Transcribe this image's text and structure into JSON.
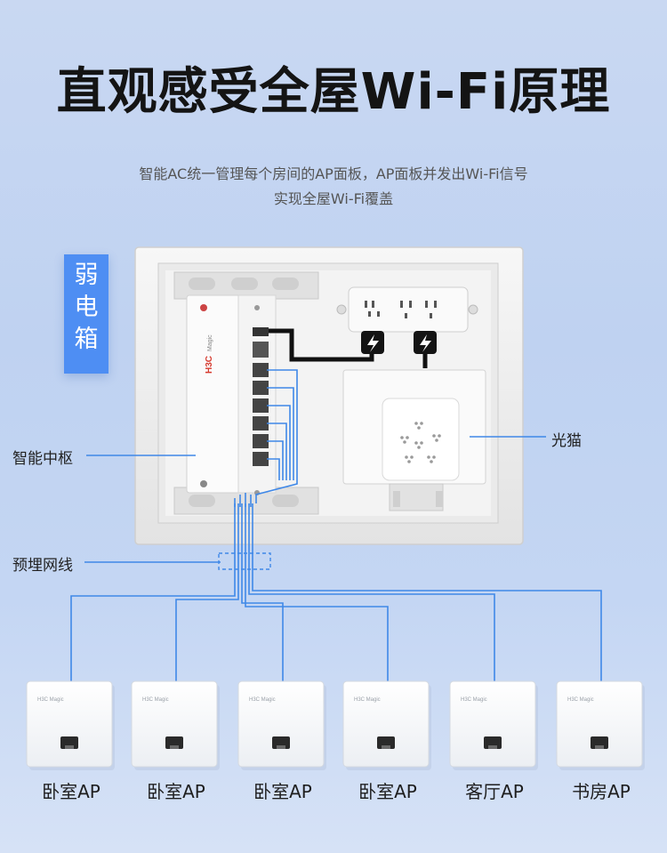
{
  "title": "直观感受全屋Wi-Fi原理",
  "subtitle_line1": "智能AC统一管理每个房间的AP面板，AP面板并发出Wi-Fi信号",
  "subtitle_line2": "实现全屋Wi-Fi覆盖",
  "box_tag": [
    "弱",
    "电",
    "箱"
  ],
  "labels": {
    "hub": "智能中枢",
    "cables": "预埋网线",
    "modem": "光猫"
  },
  "device_brand": "H3C Magic",
  "aps": [
    {
      "label": "卧室AP"
    },
    {
      "label": "卧室AP"
    },
    {
      "label": "卧室AP"
    },
    {
      "label": "卧室AP"
    },
    {
      "label": "客厅AP"
    },
    {
      "label": "书房AP"
    }
  ],
  "colors": {
    "accent": "#4e8ef3",
    "cable": "#3f88e8",
    "black_cable": "#111111"
  },
  "icons": [
    "power-plug-icon",
    "ethernet-port-icon"
  ]
}
